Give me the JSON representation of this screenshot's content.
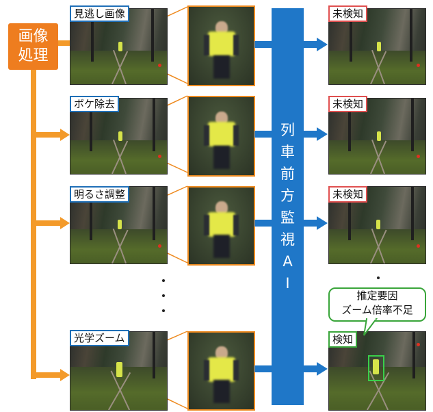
{
  "process": {
    "line1": "画像",
    "line2": "処理"
  },
  "rows": [
    {
      "label": "見逃し画像",
      "result": "未検知",
      "status": "red"
    },
    {
      "label": "ボケ除去",
      "result": "未検知",
      "status": "red"
    },
    {
      "label": "明るさ調整",
      "result": "未検知",
      "status": "red"
    },
    {
      "label": "光学ズーム",
      "result": "検知",
      "status": "green"
    }
  ],
  "ai_box": {
    "chars": [
      "列",
      "車",
      "前",
      "方",
      "監",
      "視",
      "A",
      "I"
    ]
  },
  "callout": {
    "line1": "推定要因",
    "line2": "ズーム倍率不足"
  },
  "colors": {
    "orange": "#ee7d1f",
    "blue": "#1f77c8",
    "red_border": "#e05050",
    "green_border": "#39a53a"
  }
}
